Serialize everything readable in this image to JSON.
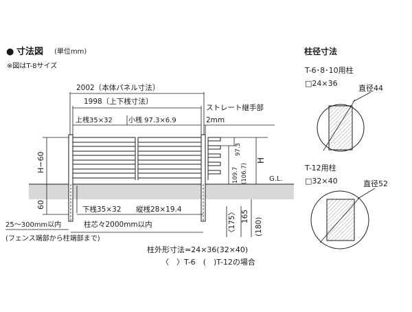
{
  "header": {
    "bullet": "●",
    "title": "寸法図",
    "unit": "(単位mm)",
    "note": "※図はT-8サイズ"
  },
  "panel": {
    "width_label": "2002〔本体パネル寸法〕",
    "rail_span_label": "1998〔上下桟寸法〕",
    "top_rail_label": "上桟35×32",
    "small_rail_label": "小桟 97.3×6.9",
    "joint_label": "ストレート継手部",
    "joint_value": "2mm",
    "dim_97_3": "97.3",
    "dim_109_7": "109.7",
    "dim_106_7": "(106.7)",
    "h_label": "H",
    "h_minus_60": "H−60",
    "sixty": "60",
    "gl_label": "G.L.",
    "bottom_rail_label": "下桟35×32",
    "vertical_rail_label": "縦桟28×19.4",
    "post_pitch_label": "柱芯々2000mm以内",
    "edge_distance_label": "25〜300mm以内",
    "edge_distance_note": "(フェンス端部から柱端部まで)",
    "depth_175": "〈175〉",
    "depth_165": "165",
    "depth_180": "(180)",
    "post_size_line1": "柱外形寸法=24×36(32×40)",
    "post_size_line2": "〈　〉T-6　(　)T-12の場合"
  },
  "post_section": {
    "title": "柱径寸法",
    "small": {
      "label": "T-6･8･10用柱",
      "size": "□24×36",
      "diameter": "直径44"
    },
    "large": {
      "label": "T-12用柱",
      "size": "□32×40",
      "diameter": "直径52"
    }
  }
}
